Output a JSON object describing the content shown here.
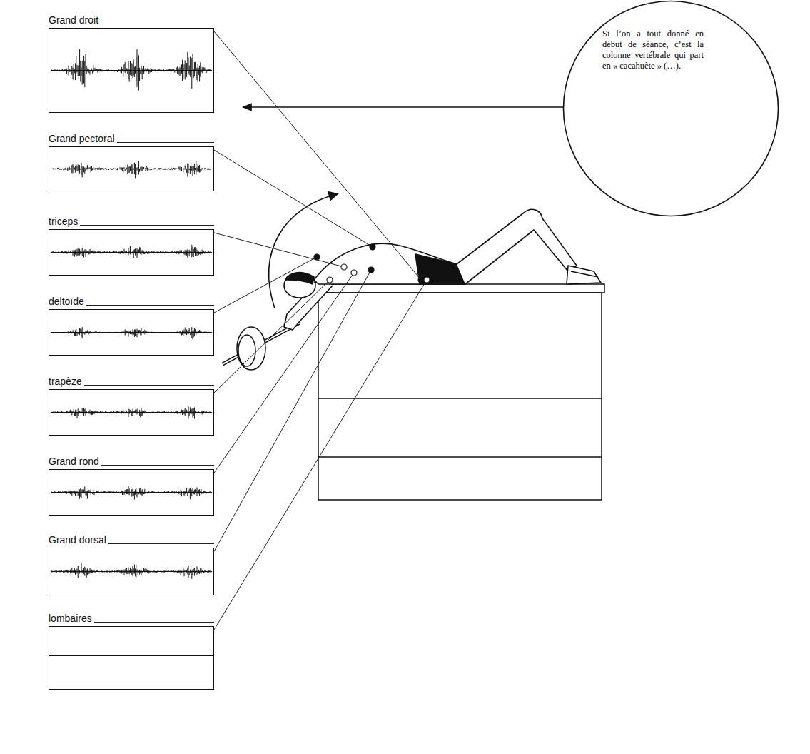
{
  "diagram": {
    "nodes": [
      {
        "text": [
          "Grand droit"
        ]
      },
      {
        "text": [
          "Grand pectoral"
        ]
      },
      {
        "text": [
          "triceps"
        ]
      },
      {
        "text": [
          "deltoïde"
        ]
      },
      {
        "text": [
          "trapèze"
        ]
      },
      {
        "text": [
          "Grand rond"
        ]
      },
      {
        "text": [
          "Grand dorsal"
        ]
      },
      {
        "text": [
          "lombaires"
        ]
      },
      {
        "text": [
          "Si l’on a tout donné en début de séance, c’est la colonne vertébrale qui part en « cacahuète » (…)."
        ]
      }
    ],
    "edges": [
      {
        "from": 8,
        "to": 0,
        "arrow": "to"
      }
    ]
  }
}
